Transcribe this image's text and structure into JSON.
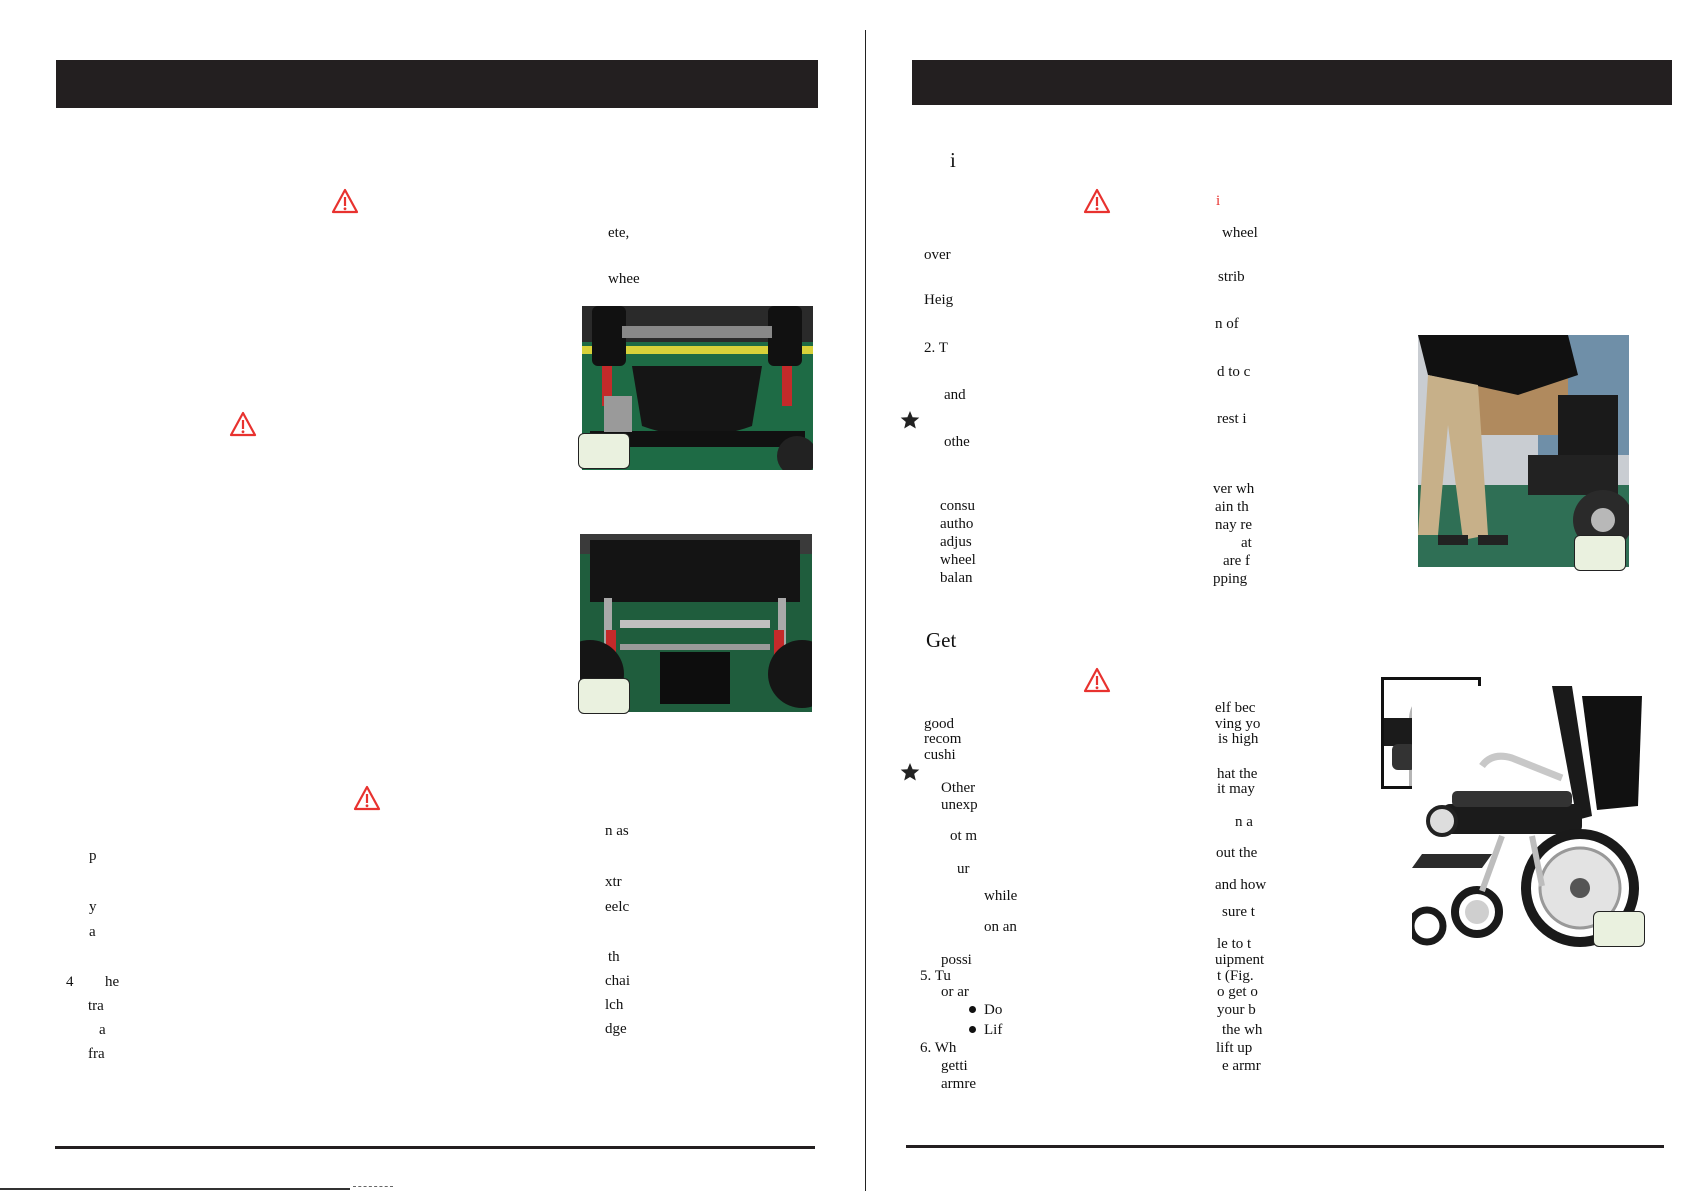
{
  "left_page": {
    "right_column_fragments": [
      "ete,",
      "whee"
    ],
    "lower_right_fragments": [
      "n as",
      "xtr",
      "eelc",
      "th",
      "chai",
      "lch",
      "dge"
    ],
    "lower_left_fragments": [
      "p",
      "y",
      "a",
      "he",
      "tra",
      "a",
      "fra"
    ],
    "page_number": "4",
    "fig_labels": [
      "",
      ""
    ],
    "icons": [
      "warning-triangle-icon",
      "warning-triangle-icon",
      "warning-triangle-icon"
    ]
  },
  "right_page": {
    "section_heading": "i",
    "red_fragment": "i",
    "col_a_fragments": [
      "over",
      "Heig",
      "2.  T",
      "and",
      "othe",
      "consu",
      "autho",
      "adjus",
      "wheel",
      "balan"
    ],
    "col_b_fragments": [
      "wheel",
      "strib",
      "n of",
      "d  to  c",
      "rest i",
      "ver  wh",
      "ain  th",
      "nay  re",
      "at",
      "are  f",
      "pping"
    ],
    "heading_get": "Get",
    "col_a_lower": [
      "good",
      "recom",
      "cushi",
      "Other",
      "unexp",
      "ot m",
      "ur",
      "while",
      "on an",
      "possi",
      "5.  Tu",
      "or ar",
      "Do",
      "Lif",
      "6.  Wh",
      "getti",
      "armre"
    ],
    "col_b_lower": [
      "elf  bec",
      "ving  yo",
      "is high",
      "hat  the",
      "it   may",
      "n  a",
      "out  the",
      "and  how",
      "sure  t",
      "le  to  t",
      "uipment",
      "t  (Fig.",
      "o get o",
      "your b",
      "the wh",
      "lift  up",
      "e  armr"
    ],
    "fig_labels": [
      "",
      ""
    ],
    "icons": [
      "warning-triangle-icon",
      "warning-triangle-icon",
      "star-icon",
      "star-icon"
    ]
  },
  "colors": {
    "header_bar": "#231f20",
    "warning_red": "#e8322f",
    "fig_label_fill": "#eaf1df"
  }
}
